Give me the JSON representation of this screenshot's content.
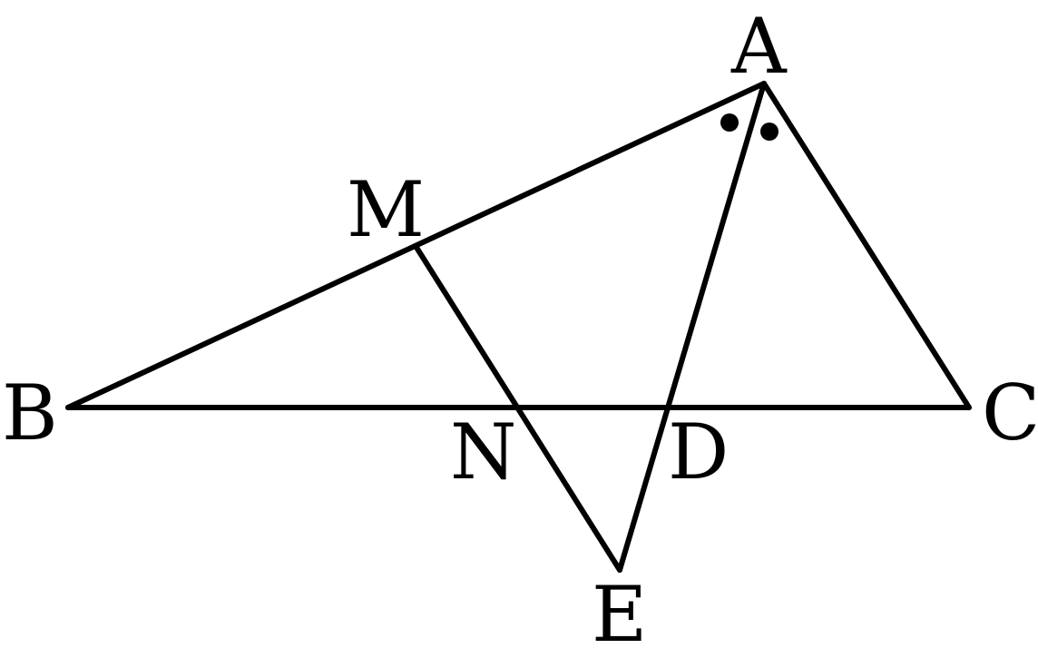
{
  "figure": {
    "points": {
      "A": "A",
      "B": "B",
      "C": "C",
      "M": "M",
      "N": "N",
      "D": "D",
      "E": "E"
    },
    "segments": [
      "AB",
      "AC",
      "BC",
      "AE",
      "ME"
    ],
    "angle_marks": [
      "BAD",
      "DAC"
    ],
    "stroke_color": "#000000"
  }
}
